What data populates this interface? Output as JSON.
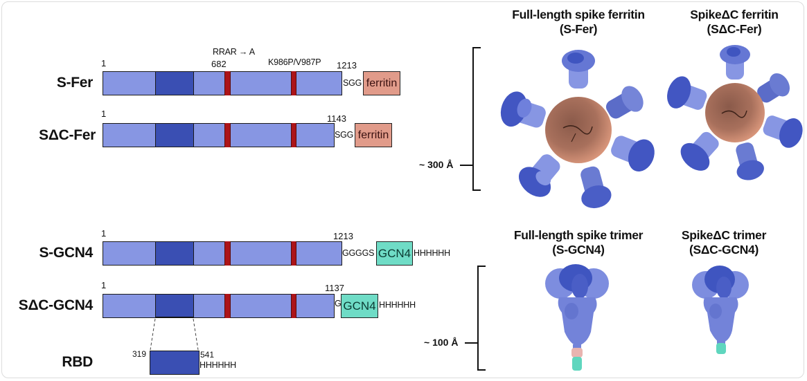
{
  "constructs": [
    {
      "id": "s-fer",
      "label": "S-Fer",
      "start": "1",
      "end": "1213",
      "linker": "SGG",
      "tag": "ferritin",
      "annotations": {
        "furin_site_label": "RRAR → A",
        "furin_position": "682",
        "proline_label": "K986P/V987P"
      }
    },
    {
      "id": "sdc-fer",
      "label": "SΔC-Fer",
      "start": "1",
      "end": "1143",
      "linker": "SGG",
      "tag": "ferritin"
    },
    {
      "id": "s-gcn4",
      "label": "S-GCN4",
      "start": "1",
      "end": "1213",
      "linker": "GGGGS",
      "tag": "GCN4",
      "his_tag": "HHHHHH"
    },
    {
      "id": "sdc-gcn4",
      "label": "SΔC-GCN4",
      "start": "1",
      "end": "1137",
      "linker": "G",
      "tag": "GCN4",
      "his_tag": "HHHHHH"
    },
    {
      "id": "rbd",
      "label": "RBD",
      "start": "319",
      "end": "541",
      "his_tag": "HHHHHH"
    }
  ],
  "structures": {
    "ferritin_row": {
      "scale": "~ 300 Å",
      "left": {
        "title_line1": "Full-length spike ferritin",
        "title_line2": "(S-Fer)"
      },
      "right": {
        "title_line1": "SpikeΔC ferritin",
        "title_line2": "(SΔC-Fer)"
      }
    },
    "trimer_row": {
      "scale": "~ 100 Å",
      "left": {
        "title_line1": "Full-length spike trimer",
        "title_line2": "(S-GCN4)"
      },
      "right": {
        "title_line1": "SpikeΔC trimer",
        "title_line2": "(SΔC-GCN4)"
      }
    }
  },
  "colors": {
    "spike_light": "#8796e3",
    "rbd_dark": "#3a4fb3",
    "mutation_red": "#ac1419",
    "ferritin": "#e19b8a",
    "gcn4": "#6fdcc6",
    "linker_pink": "#e8b4b0"
  }
}
